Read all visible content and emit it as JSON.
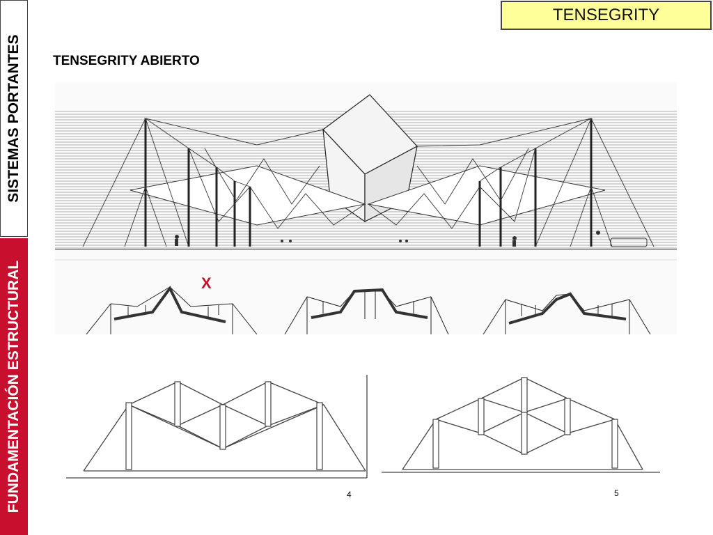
{
  "sidebar": {
    "top_label": "SISTEMAS PORTANTES",
    "bottom_label": "FUNDAMENTACIÓN ESTRUCTURAL"
  },
  "header": {
    "title": "TENSEGRITY"
  },
  "section": {
    "subtitle": "TENSEGRITY ABIERTO"
  },
  "figures": {
    "mark": "X",
    "page_left": "4",
    "page_right": "5"
  },
  "colors": {
    "accent_red": "#c8102e",
    "title_bg": "#ffff99"
  }
}
